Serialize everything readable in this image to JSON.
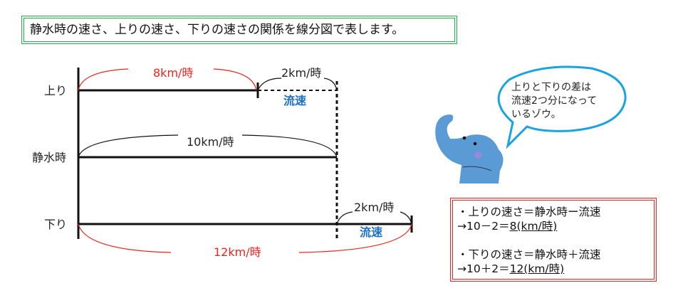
{
  "title": "静水時の速さ、上りの速さ、下りの速さの関係を線分図で表します。",
  "rows": {
    "up": "上り",
    "still": "静水時",
    "down": "下り"
  },
  "labels": {
    "up_speed": "8km/時",
    "current_top": "2km/時",
    "current_top_name": "流速",
    "still_speed": "10km/時",
    "current_bottom": "2km/時",
    "current_bottom_name": "流速",
    "down_speed": "12km/時"
  },
  "bubble": {
    "line1": "上りと下りの差は",
    "line2": "流速2つ分になって",
    "line3": "いるゾウ。"
  },
  "formulas": {
    "up_rule": "・上りの速さ＝静水時ー流速",
    "up_calc": "→10－2＝",
    "up_result": "8(km/時)",
    "down_rule": "・下りの速さ＝静水時＋流速",
    "down_calc": "→10＋2＝",
    "down_result": "12(km/時)"
  },
  "colors": {
    "red": "#e8251f",
    "blue": "#1f6fc0",
    "green": "#22b04c",
    "bubble": "#1aa3e0",
    "elephant": "#5b9bd5"
  }
}
